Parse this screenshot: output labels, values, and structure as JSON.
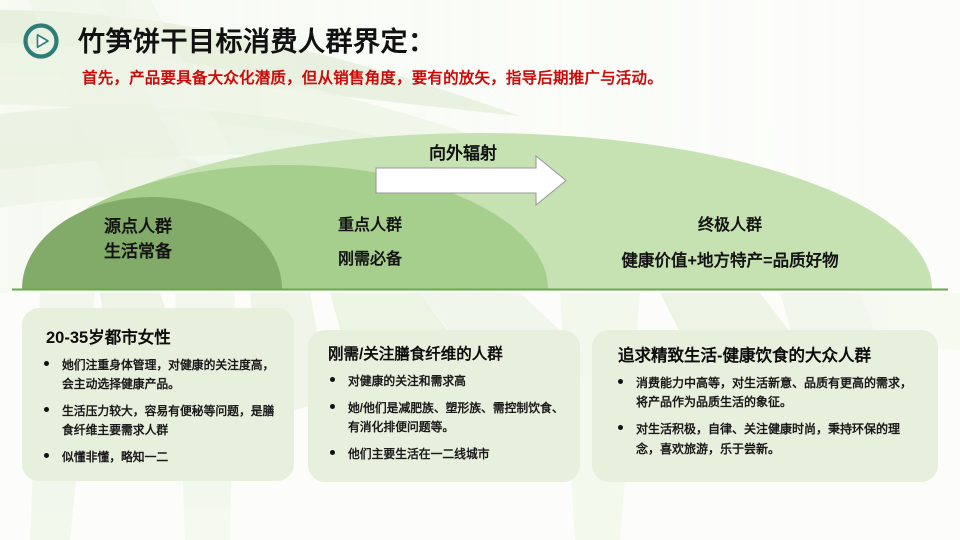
{
  "header": {
    "icon": "play-circle-icon",
    "title": "竹笋饼干目标消费人群界定：",
    "subtitle": "首先，产品要具备大众化潜质，但从销售角度，要有的放矢，指导后期推广与活动。",
    "title_color": "#111111",
    "subtitle_color": "#cd0a0a",
    "icon_color": "#2b7d78"
  },
  "diagram": {
    "arrow_label": "向外辐射",
    "arrow_fill": "#ffffff",
    "arrow_stroke": "#9a9a9a",
    "domes": [
      {
        "name": "origin",
        "line1": "源点人群",
        "line2": "生活常备",
        "color": "#82ab6a"
      },
      {
        "name": "core",
        "line1": "重点人群",
        "line2": "刚需必备",
        "color": "#a6cf8d"
      },
      {
        "name": "final",
        "line1": "终极人群",
        "line2": "健康价值+地方特产=品质好物",
        "color": "#c7e2b2"
      }
    ],
    "baseline_color": "#6aa84f"
  },
  "cards": [
    {
      "name": "origin-audience",
      "title": "20-35岁都市女性",
      "bullets": [
        "她们注重身体管理，对健康的关注度高，会主动选择健康产品。",
        "生活压力较大，容易有便秘等问题，是膳食纤维主要需求人群",
        "似懂非懂，略知一二"
      ]
    },
    {
      "name": "core-audience",
      "title": "刚需/关注膳食纤维的人群",
      "bullets": [
        "对健康的关注和需求高",
        "她/他们是减肥族、塑形族、需控制饮食、有消化排便问题等。",
        "他们主要生活在一二线城市"
      ]
    },
    {
      "name": "final-audience",
      "title": "追求精致生活-健康饮食的大众人群",
      "bullets": [
        "消费能力中高等，对生活新意、品质有更高的需求，将产品作为品质生活的象征。",
        "对生活积极，自律、关注健康时尚，秉持环保的理念，喜欢旅游，乐于尝新。"
      ]
    }
  ],
  "theme": {
    "background": "#fcfdfa",
    "card_background": "#e7efdd",
    "accent_green": "#82ab6a"
  }
}
